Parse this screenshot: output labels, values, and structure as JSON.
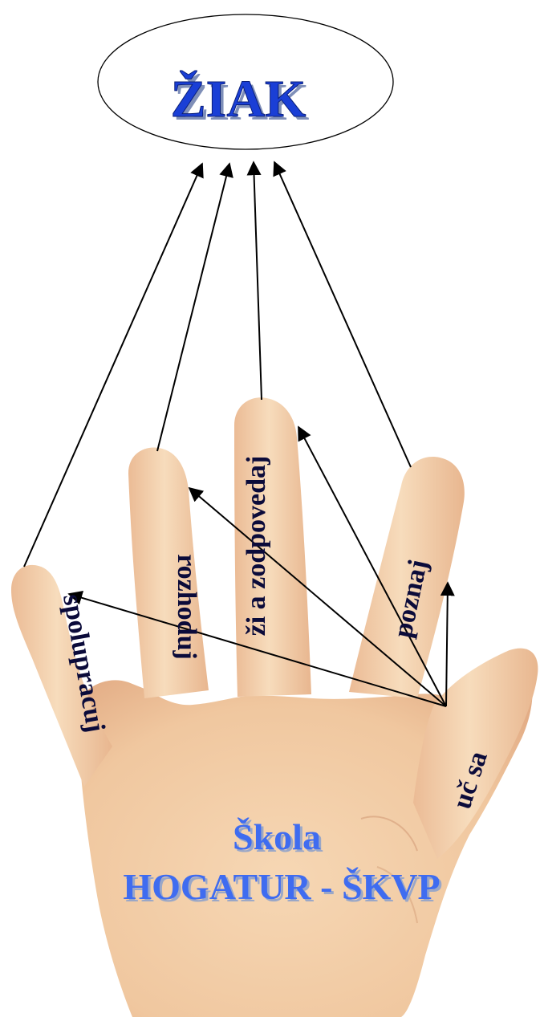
{
  "title": "ŽIAK",
  "fingers": {
    "pinky": "spolupracuj",
    "ring": "rozhoduj",
    "middle": "ži a zodpovedaj",
    "index": "poznaj",
    "thumb": "uč sa"
  },
  "school": {
    "line1": "Škola",
    "line2": "HOGATUR - ŠKVP"
  },
  "colors": {
    "title_fill": "#1a3fd6",
    "title_shadow": "#7f8fb8",
    "finger_text": "#0b0b3a",
    "school_fill": "#3f6cf0",
    "school_shadow": "#9aa7c7",
    "skin": "#f3cfa8",
    "skin_shade": "#e2b088",
    "arrow": "#000000"
  }
}
